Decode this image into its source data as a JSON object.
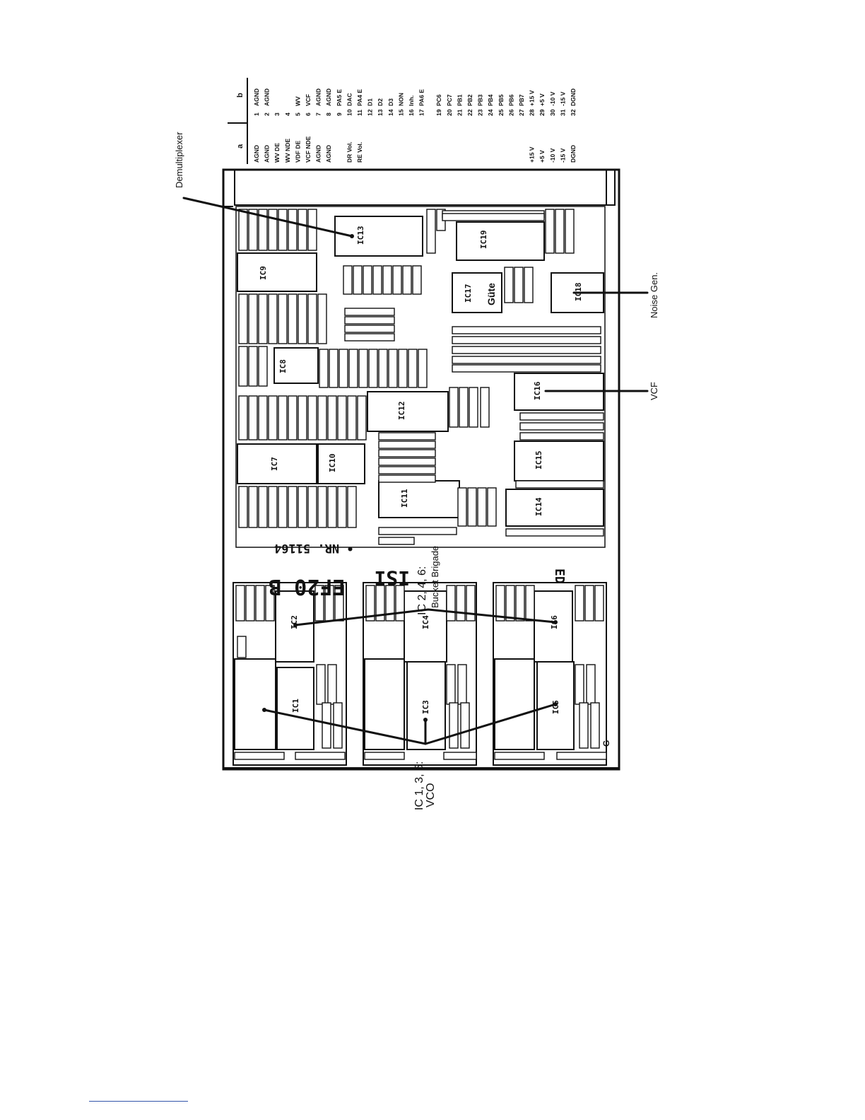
{
  "callouts": {
    "demultiplexer": "Demultiplexer",
    "noise_gen": "Noise Gen.",
    "vcf": "VCF",
    "bucket_brigade_ics": "IC 2, 4, 6:",
    "bucket_brigade": "Bucket Brigade",
    "vco_ics": "IC 1, 3, 5:",
    "vco": "VCO"
  },
  "board": {
    "title": "EF20 B",
    "serial": "• NR. 51164",
    "marks": [
      "ISI",
      "ED",
      "Güte",
      "G"
    ],
    "ics": [
      "IC1",
      "IC2",
      "IC3",
      "IC4",
      "IC5",
      "IC6",
      "IC7",
      "IC8",
      "IC9",
      "IC10",
      "IC11",
      "IC12",
      "IC13",
      "IC14",
      "IC15",
      "IC16",
      "IC17",
      "IC18",
      "IC19"
    ]
  },
  "pinout": {
    "header_a": "a",
    "header_b": "b",
    "rows": [
      {
        "a": "AGND",
        "n": "1",
        "b": "AGND"
      },
      {
        "a": "AGND",
        "n": "2",
        "b": "AGND"
      },
      {
        "a": "WV DE",
        "n": "3",
        "b": ""
      },
      {
        "a": "WV NDE",
        "n": "4",
        "b": ""
      },
      {
        "a": "VDF DE",
        "n": "5",
        "b": "WV"
      },
      {
        "a": "VCF NDE",
        "n": "6",
        "b": "VCF"
      },
      {
        "a": "AGND",
        "n": "7",
        "b": "AGND"
      },
      {
        "a": "AGND",
        "n": "8",
        "b": "AGND"
      },
      {
        "a": "",
        "n": "9",
        "b": "PA5 E"
      },
      {
        "a": "DR Vol.",
        "n": "10",
        "b": "DAC"
      },
      {
        "a": "RE Vol.",
        "n": "11",
        "b": "PA4 E"
      },
      {
        "a": "",
        "n": "12",
        "b": "D1"
      },
      {
        "a": "",
        "n": "13",
        "b": "D2"
      },
      {
        "a": "",
        "n": "14",
        "b": "D3"
      },
      {
        "a": "",
        "n": "15",
        "b": "NON"
      },
      {
        "a": "",
        "n": "16",
        "b": "Inh."
      },
      {
        "a": "",
        "n": "17",
        "b": "PA6 E"
      },
      {
        "a": "",
        "n": "19",
        "b": "PC6"
      },
      {
        "a": "",
        "n": "20",
        "b": "PC7"
      },
      {
        "a": "",
        "n": "21",
        "b": "PB1"
      },
      {
        "a": "",
        "n": "22",
        "b": "PB2"
      },
      {
        "a": "",
        "n": "23",
        "b": "PB3"
      },
      {
        "a": "",
        "n": "24",
        "b": "PB4"
      },
      {
        "a": "",
        "n": "25",
        "b": "PB5"
      },
      {
        "a": "",
        "n": "26",
        "b": "PB6"
      },
      {
        "a": "",
        "n": "27",
        "b": "PB7"
      },
      {
        "a": "+15 V",
        "n": "28",
        "b": "+15 V"
      },
      {
        "a": "+5 V",
        "n": "29",
        "b": "+5 V"
      },
      {
        "a": "-10 V",
        "n": "30",
        "b": "-10 V"
      },
      {
        "a": "-15 V",
        "n": "31",
        "b": "-15 V"
      },
      {
        "a": "DGND",
        "n": "32",
        "b": "DGND"
      }
    ]
  },
  "colors": {
    "ink": "#111111",
    "paper": "#ffffff",
    "footer_rule": "#3355aa"
  }
}
